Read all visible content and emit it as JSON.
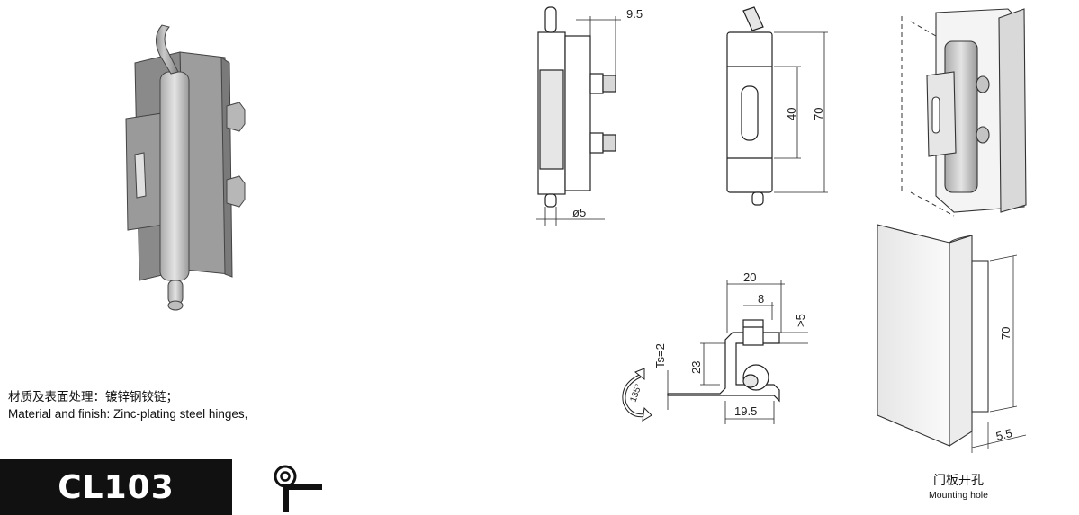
{
  "material": {
    "zh": "材质及表面处理：镀锌钢铰链；",
    "en": "Material and finish: Zinc-plating steel hinges,"
  },
  "product_code": "CL103",
  "mounting_hole": {
    "zh": "门板开孔",
    "en": "Mounting hole"
  },
  "dimensions": {
    "offset": "9.5",
    "pin_diameter": "ø5",
    "slot_height": "40",
    "overall_height": "70",
    "depth": "20",
    "inner": "8",
    "min_gap": ">5",
    "thickness": "Ts=2",
    "height_23": "23",
    "base": "19.5",
    "angle": "135°",
    "hole_height": "70",
    "hole_width": "5.5"
  },
  "icons": {
    "hinge_type_symbol": "hinge-symbol-icon",
    "rotation": "rotation-arrow-icon"
  }
}
